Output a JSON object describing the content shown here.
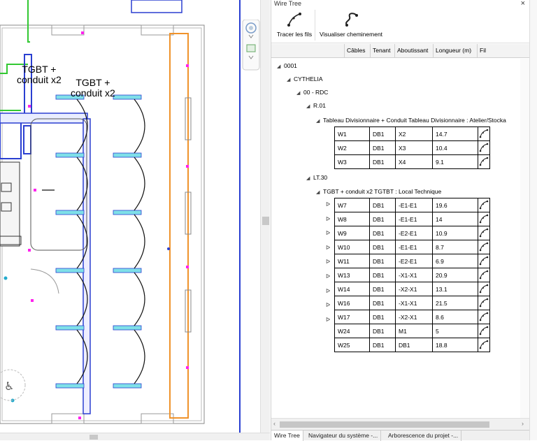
{
  "cad": {
    "labels": [
      "TGBT +\nconduit x2",
      "TGBT +\nconduit x2"
    ]
  },
  "panel": {
    "title": "Wire Tree",
    "close": "×",
    "ribbon": {
      "trace_label": "Tracer les fils",
      "visualize_label": "Visualiser cheminement"
    },
    "columns": [
      "Câbles",
      "Tenant",
      "Aboutissant",
      "Longueur (m)",
      "Fil"
    ],
    "tree": {
      "root": "0001",
      "site": "CYTHELIA",
      "floor": "00 - RDC",
      "rooms": [
        {
          "name": "R.01",
          "group": "Tableau Divisionnaire + Conduit   Tableau Divisionnaire : Atelier/Stocka",
          "wires": [
            {
              "cable": "W1",
              "from": "DB1",
              "to": "X2",
              "length": "14.7"
            },
            {
              "cable": "W2",
              "from": "DB1",
              "to": "X3",
              "length": "10.4"
            },
            {
              "cable": "W3",
              "from": "DB1",
              "to": "X4",
              "length": "9.1"
            }
          ]
        },
        {
          "name": "LT.30",
          "group": "TGBT + conduit x2   TGTBT : Local Technique",
          "wires": [
            {
              "cable": "W7",
              "from": "DB1",
              "to": "-E1-E1",
              "length": "19.6"
            },
            {
              "cable": "W8",
              "from": "DB1",
              "to": "-E1-E1",
              "length": "14"
            },
            {
              "cable": "W9",
              "from": "DB1",
              "to": "-E2-E1",
              "length": "10.9"
            },
            {
              "cable": "W10",
              "from": "DB1",
              "to": "-E1-E1",
              "length": "8.7"
            },
            {
              "cable": "W11",
              "from": "DB1",
              "to": "-E2-E1",
              "length": "6.9"
            },
            {
              "cable": "W13",
              "from": "DB1",
              "to": "-X1-X1",
              "length": "20.9"
            },
            {
              "cable": "W14",
              "from": "DB1",
              "to": "-X2-X1",
              "length": "13.1"
            },
            {
              "cable": "W16",
              "from": "DB1",
              "to": "-X1-X1",
              "length": "21.5"
            },
            {
              "cable": "W17",
              "from": "DB1",
              "to": "-X2-X1",
              "length": "8.6"
            },
            {
              "cable": "W24",
              "from": "DB1",
              "to": "M1",
              "length": "5"
            },
            {
              "cable": "W25",
              "from": "DB1",
              "to": "DB1",
              "length": "18.8"
            }
          ]
        }
      ]
    },
    "tabs": [
      "Wire Tree",
      "Navigateur du système -...",
      "Arborescence du projet -..."
    ]
  },
  "colors": {
    "accent_blue": "#2a3fd1",
    "duct_cyan": "#7fe0e8",
    "wall_orange": "#f0932b",
    "wire_green": "#32c832",
    "point_magenta": "#ff22ee"
  }
}
